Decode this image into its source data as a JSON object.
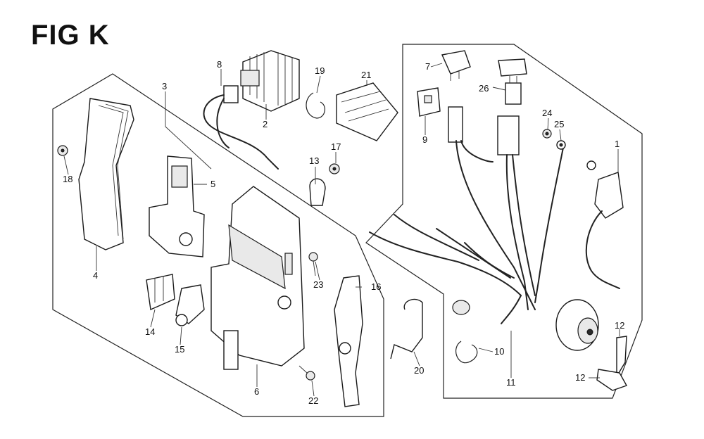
{
  "title": "FIG K",
  "callouts": [
    "1",
    "2",
    "3",
    "4",
    "5",
    "6",
    "7",
    "8",
    "9",
    "10",
    "11",
    "12",
    "12",
    "13",
    "14",
    "15",
    "16",
    "17",
    "18",
    "19",
    "20",
    "21",
    "22",
    "23",
    "24",
    "25",
    "26"
  ]
}
